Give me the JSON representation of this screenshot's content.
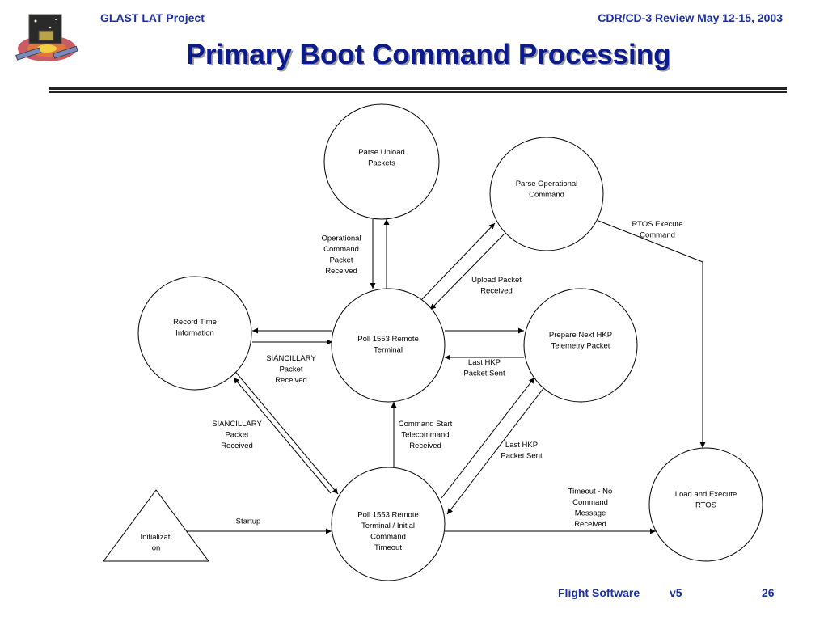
{
  "header": {
    "project": "GLAST LAT Project",
    "review": "CDR/CD-3 Review May 12-15, 2003"
  },
  "title": "Primary Boot Command Processing",
  "footer": {
    "label": "Flight Software",
    "version": "v5",
    "page": "26"
  },
  "diagram": {
    "nodes": {
      "parse_upload": [
        "Parse Upload",
        "Packets"
      ],
      "parse_operational": [
        "Parse Operational",
        "Command"
      ],
      "record_time": [
        "Record Time",
        "Information"
      ],
      "poll_remote": [
        "Poll 1553 Remote",
        "Terminal"
      ],
      "prepare_hkp": [
        "Prepare Next HKP",
        "Telemetry Packet"
      ],
      "poll_initial": [
        "Poll 1553 Remote",
        "Terminal / Initial",
        "Command",
        "Timeout"
      ],
      "load_rtos": [
        "Load and Execute",
        "RTOS"
      ],
      "initialization": [
        "Initializati",
        "on"
      ]
    },
    "edge_labels": {
      "operational_command": [
        "Operational",
        "Command",
        "Packet",
        "Received"
      ],
      "upload_packet": [
        "Upload Packet",
        "Received"
      ],
      "rtos_execute": [
        "RTOS Execute",
        "Command"
      ],
      "siancillary_upper": [
        "SIANCILLARY",
        "Packet",
        "Received"
      ],
      "last_hkp_upper": [
        "Last HKP",
        "Packet Sent"
      ],
      "siancillary_lower": [
        "SIANCILLARY",
        "Packet",
        "Received"
      ],
      "command_start": [
        "Command Start",
        "Telecommand",
        "Received"
      ],
      "last_hkp_lower": [
        "Last HKP",
        "Packet Sent"
      ],
      "timeout": [
        "Timeout - No",
        "Command",
        "Message",
        "Received"
      ],
      "startup": [
        "Startup"
      ]
    }
  }
}
